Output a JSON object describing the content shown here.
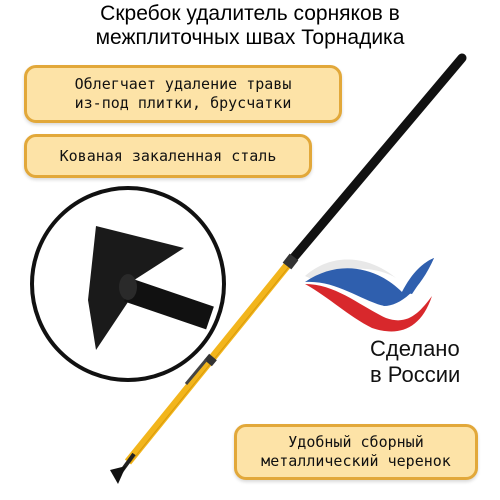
{
  "title": {
    "line1": "Скребок удалитель сорняков в",
    "line2": "межплиточных швах Торнадика"
  },
  "callouts": {
    "easy_removal": {
      "line1": "Облегчает удаление травы",
      "line2": "из-под плитки, брусчатки"
    },
    "forged_steel": {
      "line1": "Кованая закаленная сталь"
    },
    "handle": {
      "line1": "Удобный сборный",
      "line2": "металлический черенок"
    }
  },
  "made_in": {
    "line1": "Сделано",
    "line2": "в России"
  },
  "colors": {
    "callout_fill": "#fde3a7",
    "callout_border": "#e2a83a",
    "handle_yellow": "#f2b51c",
    "handle_black": "#111111",
    "flag_white": "#ffffff",
    "flag_blue": "#2f5fae",
    "flag_red": "#d8282c"
  },
  "icons": {
    "flag": "russian-flag-wave-icon",
    "blade": "weeder-blade-icon"
  }
}
